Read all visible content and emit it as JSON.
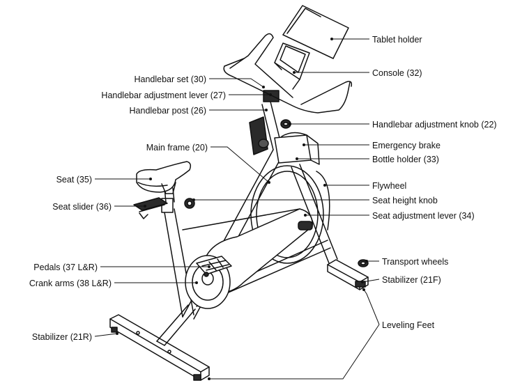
{
  "labels": {
    "tablet_holder": "Tablet holder",
    "console": "Console (32)",
    "handlebar_set": "Handlebar set (30)",
    "handlebar_adjustment_lever": "Handlebar adjustment lever (27)",
    "handlebar_post": "Handlebar post (26)",
    "handlebar_adjustment_knob": "Handlebar adjustment knob (22)",
    "main_frame": "Main frame (20)",
    "emergency_brake": "Emergency brake",
    "bottle_holder": "Bottle holder (33)",
    "seat": "Seat (35)",
    "flywheel": "Flywheel",
    "seat_slider": "Seat slider (36)",
    "seat_height_knob": "Seat height knob",
    "seat_adjustment_lever": "Seat adjustment lever (34)",
    "transport_wheels": "Transport wheels",
    "pedals": "Pedals (37 L&R)",
    "stabilizer_front": "Stabilizer (21F)",
    "crank_arms": "Crank arms (38 L&R)",
    "leveling_feet": "Leveling Feet",
    "stabilizer_rear": "Stabilizer (21R)"
  }
}
